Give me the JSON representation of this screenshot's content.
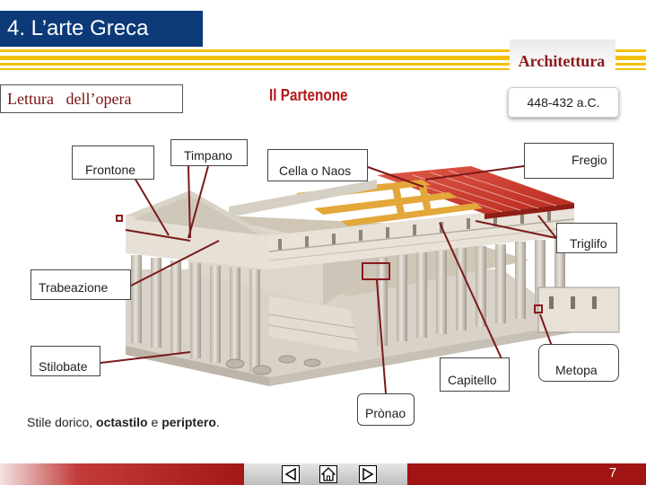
{
  "header": {
    "title": "4. L’arte Greca",
    "section": "Architettura"
  },
  "lettura_label": "Lettura   dell’opera",
  "opera_title": "Il Partenone",
  "date": "448-432 a.C.",
  "labels": {
    "frontone": "Frontone",
    "timpano": "Timpano",
    "cella": "Cella o Naos",
    "fregio": "Fregio",
    "triglifo": "Triglifo",
    "trabeazione": "Trabeazione",
    "stilobate": "Stilobate",
    "capitello": "Capitello",
    "metopa": "Metopa",
    "pronao": "Prònao"
  },
  "caption": {
    "prefix": "Stile dorico, ",
    "octastilo": "octastilo",
    "middle": " e ",
    "periptero": "periptero",
    "suffix": "."
  },
  "footer": {
    "page_number": "7"
  },
  "colors": {
    "title_bg": "#0c3a78",
    "accent_yellow": "#f3c100",
    "accent_red": "#a01414",
    "leader_line": "#7a1a1a"
  },
  "icons": {
    "prev": "prev-triangle-icon",
    "home": "home-icon",
    "next": "next-triangle-icon"
  }
}
